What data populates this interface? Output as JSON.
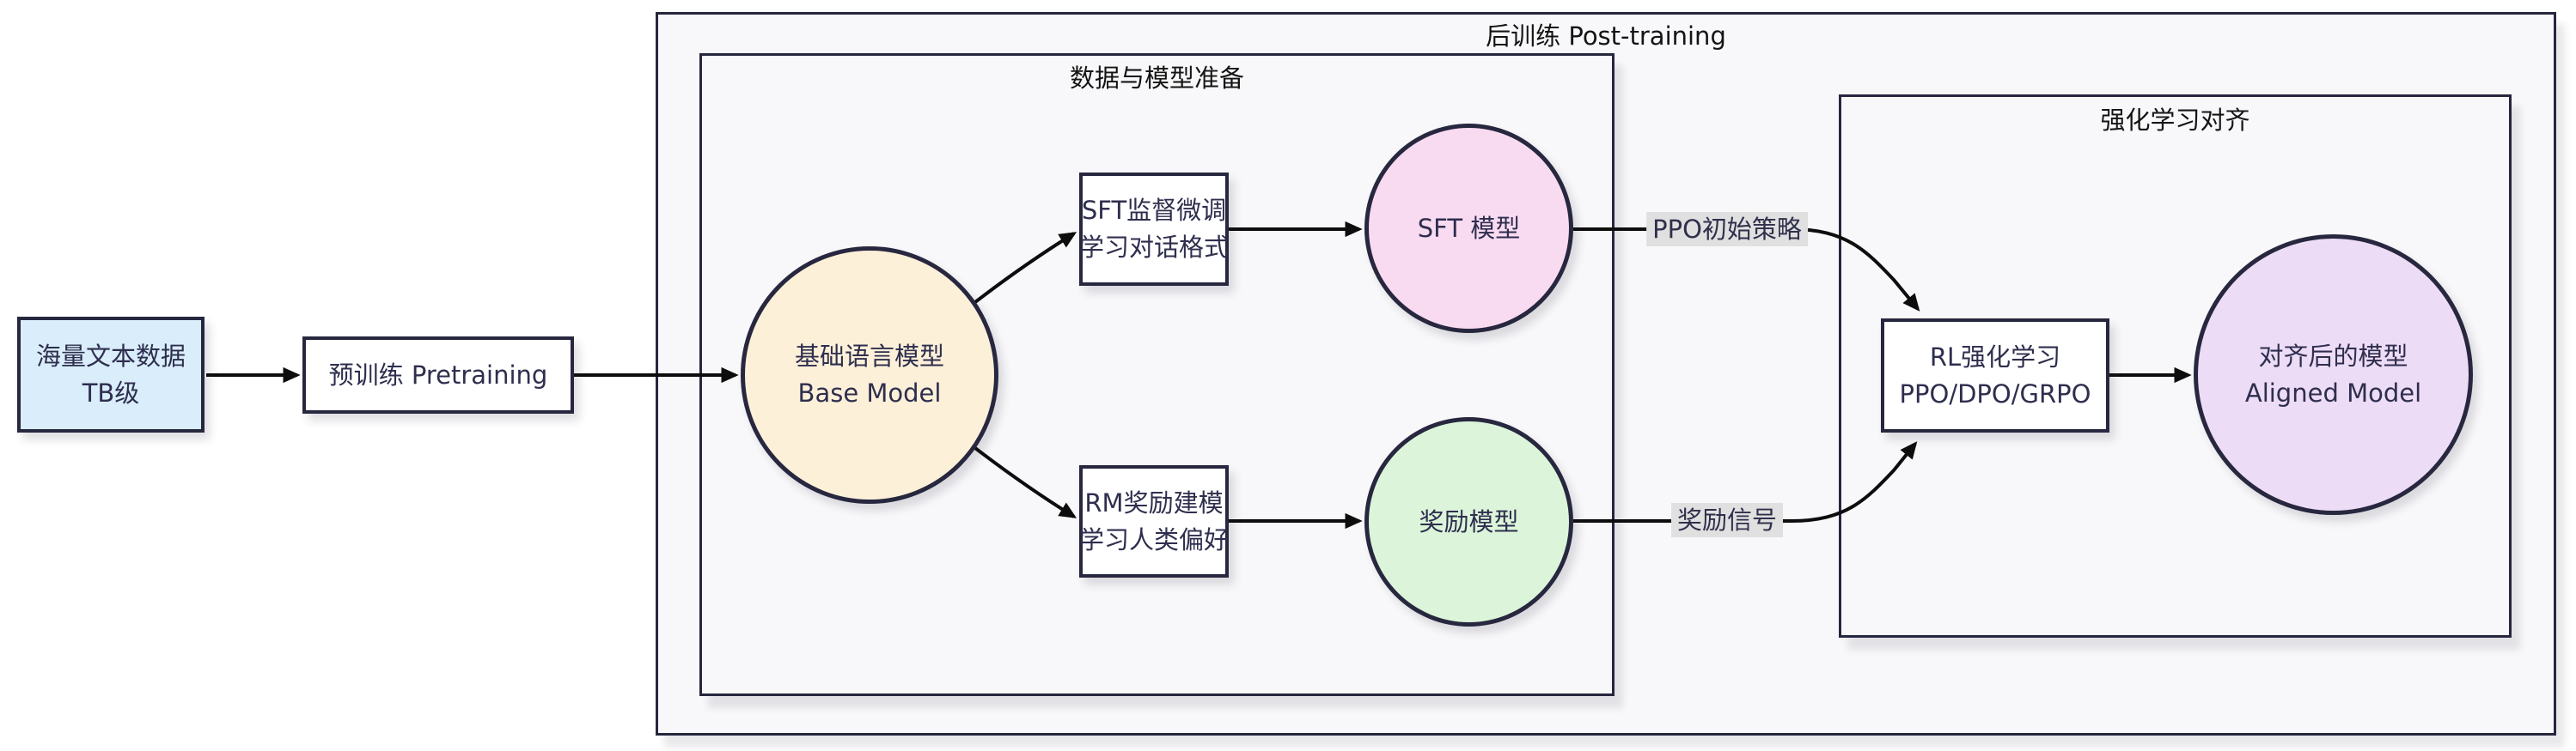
{
  "diagram": {
    "colors": {
      "background": "#ffffff",
      "container_fill": "#f8f8fa",
      "border": "#26263e",
      "edge": "#0d0d0d",
      "node_text": "#2e2e4e",
      "title_text": "#141414",
      "edge_label_bg": "#e0e0e0",
      "datasource_fill": "#d9edfa",
      "base_model_fill": "#fdf0d9",
      "sft_model_fill": "#f9dbf1",
      "reward_model_fill": "#dcf5da",
      "aligned_model_fill": "#eddcf6"
    },
    "containers": {
      "post_training": {
        "title": "后训练 Post-training"
      },
      "data_prep": {
        "title": "数据与模型准备"
      },
      "rl_align": {
        "title": "强化学习对齐"
      }
    },
    "nodes": {
      "datasource": {
        "line1": "海量文本数据",
        "line2": "TB级",
        "fill": "#d9edfa"
      },
      "pretrain": {
        "line1": "预训练 Pretraining",
        "line2": "",
        "fill": "#ffffff"
      },
      "base_model": {
        "line1": "基础语言模型",
        "line2": "Base Model",
        "fill": "#fdf0d9"
      },
      "sft_step": {
        "line1": "SFT监督微调",
        "line2": "学习对话格式",
        "fill": "#ffffff"
      },
      "rm_step": {
        "line1": "RM奖励建模",
        "line2": "学习人类偏好",
        "fill": "#ffffff"
      },
      "sft_model": {
        "line1": "SFT 模型",
        "line2": "",
        "fill": "#f9dbf1"
      },
      "reward_model": {
        "line1": "奖励模型",
        "line2": "",
        "fill": "#dcf5da"
      },
      "rl_step": {
        "line1": "RL强化学习",
        "line2": "PPO/DPO/GRPO",
        "fill": "#ffffff"
      },
      "aligned_model": {
        "line1": "对齐后的模型",
        "line2": "Aligned Model",
        "fill": "#eddcf6"
      }
    },
    "edge_labels": {
      "ppo_policy": "PPO初始策略",
      "reward_signal": "奖励信号"
    }
  }
}
